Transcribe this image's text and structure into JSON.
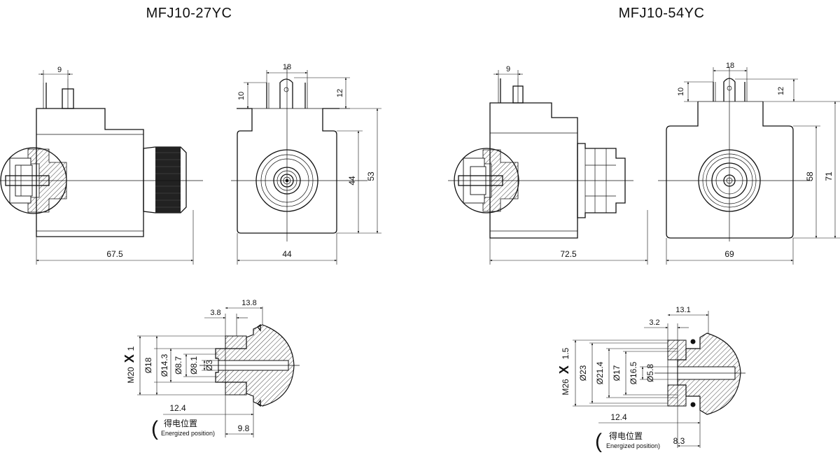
{
  "titles": {
    "left": "MFJ10-27YC",
    "right": "MFJ10-54YC"
  },
  "left_model": {
    "side_view": {
      "pin_pitch": "9",
      "length": "67.5"
    },
    "front_view": {
      "pin_spacing": "18",
      "pin_height_a": "10",
      "pin_height_b": "12",
      "width": "44",
      "body_height": "44",
      "total_height": "53"
    },
    "section": {
      "d_top_a": "3.8",
      "d_top_b": "13.8",
      "thread": "M20",
      "thread_x": "X",
      "thread_pitch": "1",
      "dia_1": "Ø18",
      "dia_2": "Ø14.3",
      "dia_3": "Ø8.7",
      "dia_4": "Ø8.1",
      "dia_5": "Ø3",
      "d_bottom_a": "12.4",
      "d_bottom_b": "9.8",
      "energized_cn": "得电位置",
      "energized_en": "Energized position)",
      "paren": "("
    }
  },
  "right_model": {
    "side_view": {
      "pin_pitch": "9",
      "length": "72.5"
    },
    "front_view": {
      "pin_spacing": "18",
      "pin_height_a": "10",
      "pin_height_b": "12",
      "width": "69",
      "body_height": "58",
      "total_height": "71"
    },
    "section": {
      "d_top_a": "3.2",
      "d_top_b": "13.1",
      "thread": "M26",
      "thread_x": "X",
      "thread_pitch": "1.5",
      "dia_1": "Ø23",
      "dia_2": "Ø21.4",
      "dia_3": "Ø17",
      "dia_4": "Ø16.5",
      "dia_5": "Ø5.8",
      "d_bottom_a": "12.4",
      "d_bottom_b": "8.3",
      "energized_cn": "得电位置",
      "energized_en": "Energized position)",
      "paren": "("
    }
  }
}
